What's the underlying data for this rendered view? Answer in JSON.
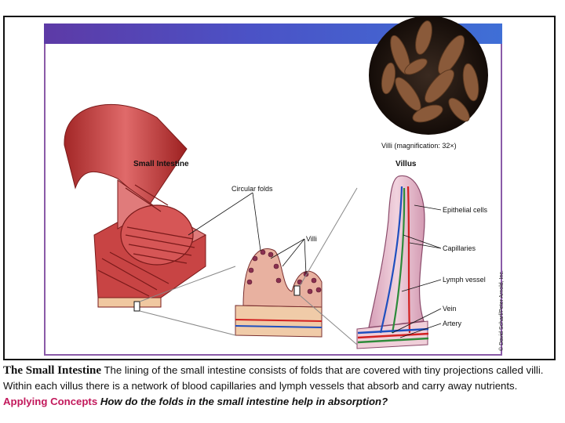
{
  "figure": {
    "labels": {
      "micrograph": "Villi (magnification: 32×)",
      "small_intestine": "Small Intestine",
      "villus": "Villus",
      "circular_folds": "Circular folds",
      "villi": "Villi",
      "epithelial_cells": "Epithelial cells",
      "capillaries": "Capillaries",
      "lymph_vessel": "Lymph vessel",
      "vein": "Vein",
      "artery": "Artery"
    },
    "credit": "© David Scharf/Peter Arnold, Inc.",
    "colors": {
      "banner": "#4b52c6",
      "panel_border": "#8a5aa8",
      "tissue": "#b83a3a",
      "vein": "#1f4fbf",
      "artery": "#d22020",
      "lymph": "#2e8b3a"
    }
  },
  "caption": {
    "title": "The Small Intestine",
    "body": " The lining of the small intestine consists of folds that are covered with tiny projections called villi. Within each villus there is a network of blood capillaries and lymph vessels that absorb and carry away nutrients.  ",
    "apply_label": "Applying Concepts",
    "question": "How do the folds in the small intestine help in absorption?"
  }
}
